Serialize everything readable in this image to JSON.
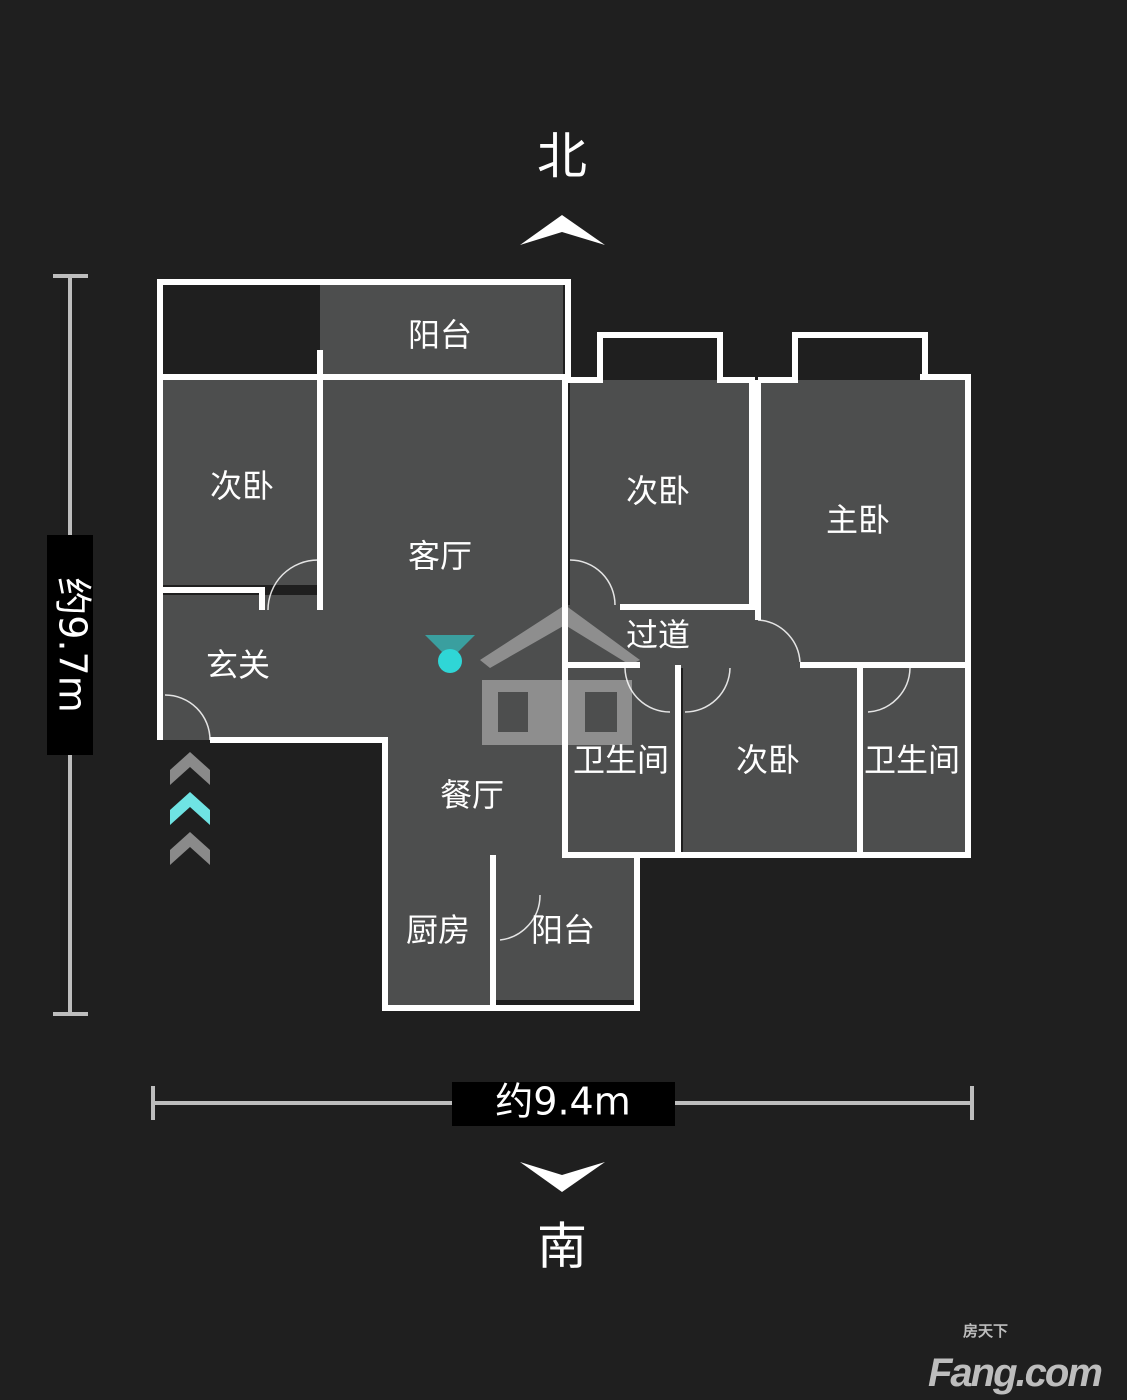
{
  "compass": {
    "north": "北",
    "south": "南"
  },
  "dimensions": {
    "height": "约9.7m",
    "width": "约9.4m"
  },
  "rooms": {
    "balcony_north": "阳台",
    "bedroom_west": "次卧",
    "living_room": "客厅",
    "bedroom_middle": "次卧",
    "master_bedroom": "主卧",
    "foyer": "玄关",
    "corridor": "过道",
    "dining_room": "餐厅",
    "bathroom_1": "卫生间",
    "bedroom_south": "次卧",
    "bathroom_2": "卫生间",
    "kitchen": "厨房",
    "balcony_south": "阳台"
  },
  "logo": {
    "text": "Fang.com",
    "subtext": "房天下"
  },
  "colors": {
    "accent": "#2fd6d6",
    "background": "#1f1f1f",
    "wall": "#ffffff"
  }
}
